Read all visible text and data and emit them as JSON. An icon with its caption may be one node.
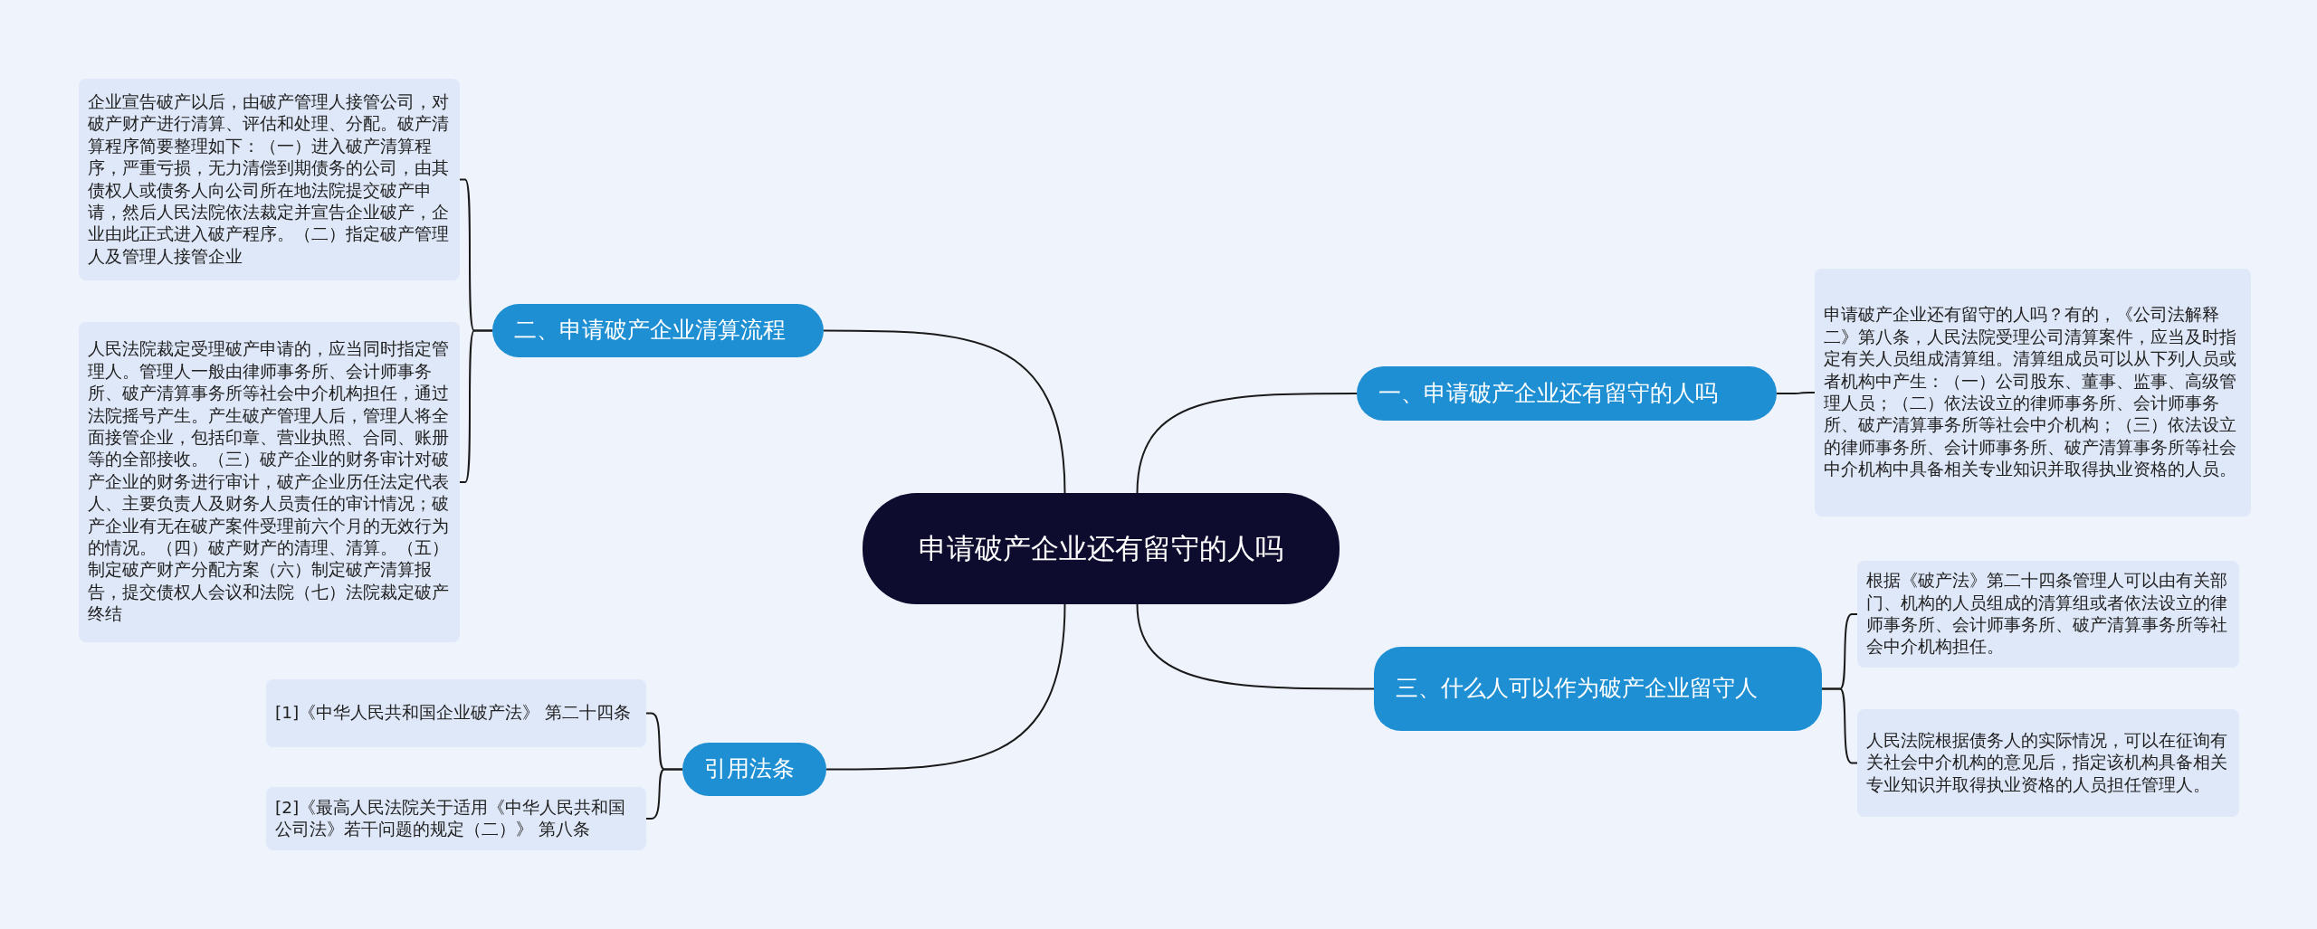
{
  "diagram": {
    "nodes": [
      {
        "text": [
          "申请破产企业还有留守的人吗"
        ]
      },
      {
        "text": [
          "二、申请破产企业清算流程"
        ]
      },
      {
        "text": [
          "企业宣告破产以后，由破产管理人接管公司，对破产财产进行清算、评估和处理、分配。破产清算程序简要整理如下：（一）进入破产清算程序，严重亏损，无力清偿到期债务的公司，由其债权人或债务人向公司所在地法院提交破产申请，然后人民法院依法裁定并宣告企业破产，企业由此正式进入破产程序。（二）指定破产管理人及管理人接管企业"
        ]
      },
      {
        "text": [
          "人民法院裁定受理破产申请的，应当同时指定管理人。管理人一般由律师事务所、会计师事务所、破产清算事务所等社会中介机构担任，通过法院摇号产生。产生破产管理人后，管理人将全面接管企业，包括印章、营业执照、合同、账册等的全部接收。（三）破产企业的财务审计对破产企业的财务进行审计，破产企业历任法定代表人、主要负责人及财务人员责任的审计情况；破产企业有无在破产案件受理前六个月的无效行为的情况。（四）破产财产的清理、清算。（五）制定破产财产分配方案（六）制定破产清算报告，提交债权人会议和法院（七）法院裁定破产终结"
        ]
      },
      {
        "text": [
          "一、申请破产企业还有留守的人吗"
        ]
      },
      {
        "text": [
          "申请破产企业还有留守的人吗？有的，《公司法解释二》第八条，人民法院受理公司清算案件，应当及时指定有关人员组成清算组。清算组成员可以从下列人员或者机构中产生：（一）公司股东、董事、监事、高级管理人员；（二）依法设立的律师事务所、会计师事务所、破产清算事务所等社会中介机构；（三）依法设立的律师事务所、会计师事务所、破产清算事务所等社会中介机构中具备相关专业知识并取得执业资格的人员。"
        ]
      },
      {
        "text": [
          "三、什么人可以作为破产企业留守人"
        ]
      },
      {
        "text": [
          "根据《破产法》第二十四条管理人可以由有关部门、机构的人员组成的清算组或者依法设立的律师事务所、会计师事务所、破产清算事务所等社会中介机构担任。"
        ]
      },
      {
        "text": [
          "人民法院根据债务人的实际情况，可以在征询有关社会中介机构的意见后，指定该机构具备相关专业知识并取得执业资格的人员担任管理人。"
        ]
      },
      {
        "text": [
          "引用法条"
        ]
      },
      {
        "text": [
          "[1]《中华人民共和国企业破产法》 第二十四条"
        ]
      },
      {
        "text": [
          "[2]《最高人民法院关于适用《中华人民共和国公司法》若干问题的规定（二）》 第八条"
        ]
      }
    ],
    "edges": [
      {
        "from": 0,
        "to": 1,
        "arrow": "none"
      },
      {
        "from": 1,
        "to": 2,
        "arrow": "none"
      },
      {
        "from": 1,
        "to": 3,
        "arrow": "none"
      },
      {
        "from": 0,
        "to": 4,
        "arrow": "none"
      },
      {
        "from": 4,
        "to": 5,
        "arrow": "none"
      },
      {
        "from": 0,
        "to": 6,
        "arrow": "none"
      },
      {
        "from": 6,
        "to": 7,
        "arrow": "none"
      },
      {
        "from": 6,
        "to": 8,
        "arrow": "none"
      },
      {
        "from": 0,
        "to": 9,
        "arrow": "none"
      },
      {
        "from": 9,
        "to": 10,
        "arrow": "none"
      },
      {
        "from": 9,
        "to": 11,
        "arrow": "none"
      }
    ]
  }
}
